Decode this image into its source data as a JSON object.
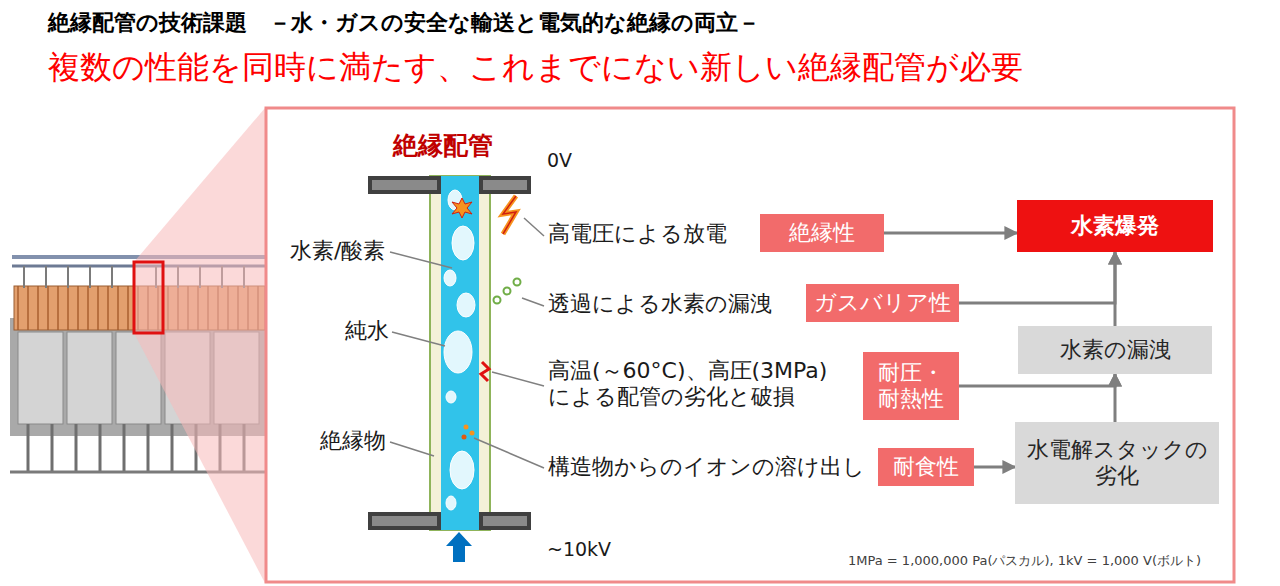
{
  "diagram": {
    "title": "絶縁配管の技術課題　－水・ガスの安全な輸送と電気的な絶縁の両立－",
    "nodes": [
      {
        "text": [
          "絶縁性"
        ]
      },
      {
        "text": [
          "水素爆発"
        ]
      },
      {
        "text": [
          "ガスバリア性"
        ]
      },
      {
        "text": [
          "水素の漏洩"
        ]
      },
      {
        "text": [
          "耐圧・ 耐熱性"
        ]
      },
      {
        "text": [
          "耐食性"
        ]
      },
      {
        "text": [
          "水電解スタックの 劣化"
        ]
      }
    ],
    "edges": [
      {
        "from": 0,
        "to": 1,
        "arrow": "to"
      },
      {
        "from": 2,
        "to": 1,
        "arrow": "to"
      },
      {
        "from": 3,
        "to": 1,
        "arrow": "to"
      },
      {
        "from": 4,
        "to": 3,
        "arrow": "to"
      },
      {
        "from": 6,
        "to": 3,
        "arrow": "to"
      },
      {
        "from": 5,
        "to": 6,
        "arrow": "to"
      }
    ],
    "labels": [
      "複数の性能を同時に満たす、これまでにない新しい絶縁配管が必要",
      "絶縁配管",
      "0V",
      "水素/酸素",
      "純水",
      "絶縁物",
      "~10kV",
      "高電圧による放電",
      "透過による水素の漏洩",
      "高温(～60°C)、高圧(3MPa) による配管の劣化と破損",
      "構造物からのイオンの溶け出し",
      "1MPa = 1,000,000 Pa(パスカル), 1kV = 1,000 V(ボルト)"
    ]
  }
}
